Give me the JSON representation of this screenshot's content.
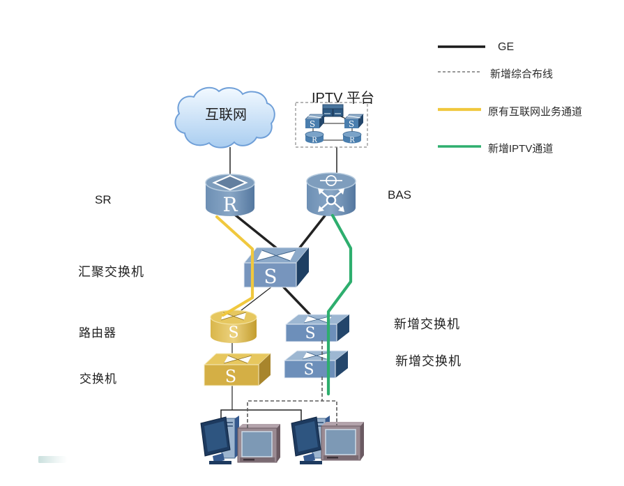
{
  "legend": [
    {
      "label": "GE",
      "style": "solid-black"
    },
    {
      "label": "新增综合布线",
      "style": "dashed-gray"
    },
    {
      "label": "原有互联网业务通道",
      "style": "solid-yellow"
    },
    {
      "label": "新增IPTV通道",
      "style": "solid-green"
    }
  ],
  "labels": {
    "internet": "互联网",
    "iptv_platform": "IPTV 平台",
    "sr": "SR",
    "bas": "BAS",
    "aggregation_switch": "汇聚交换机",
    "router": "路由器",
    "switch": "交换机",
    "new_switch_1": "新增交换机",
    "new_switch_2": "新增交换机"
  },
  "glyphs": {
    "sr": "R",
    "agg": "S",
    "yellow_router": "S",
    "yellow_switch": "S",
    "blue_switch_1": "S",
    "blue_switch_2": "S",
    "iptv_switch_left": "S",
    "iptv_switch_right": "S",
    "iptv_router_left": "R",
    "iptv_router_right": "R"
  },
  "colors": {
    "ge_line": "#1a1a1a",
    "cabling_line": "#5a5a5a",
    "internet_channel": "#f0c83e",
    "iptv_channel": "#2eae6e"
  }
}
